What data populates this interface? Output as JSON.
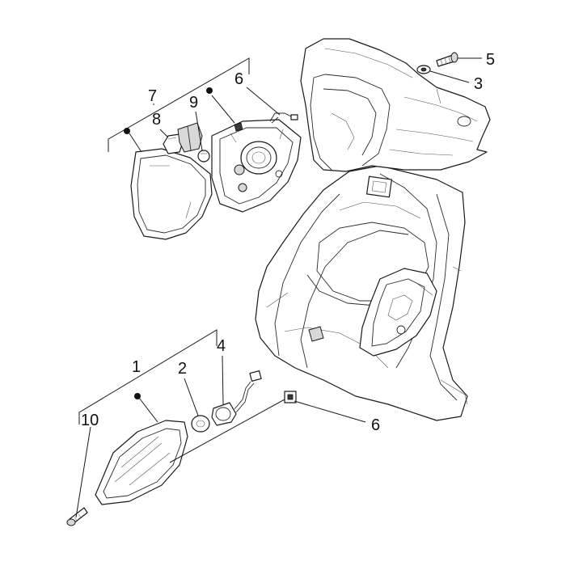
{
  "callouts": {
    "c1": "1",
    "c2": "2",
    "c3": "3",
    "c4": "4",
    "c5": "5",
    "c6_top": "6",
    "c6_bottom": "6",
    "c7": "7",
    "c8": "8",
    "c9": "9",
    "c10": "10"
  }
}
